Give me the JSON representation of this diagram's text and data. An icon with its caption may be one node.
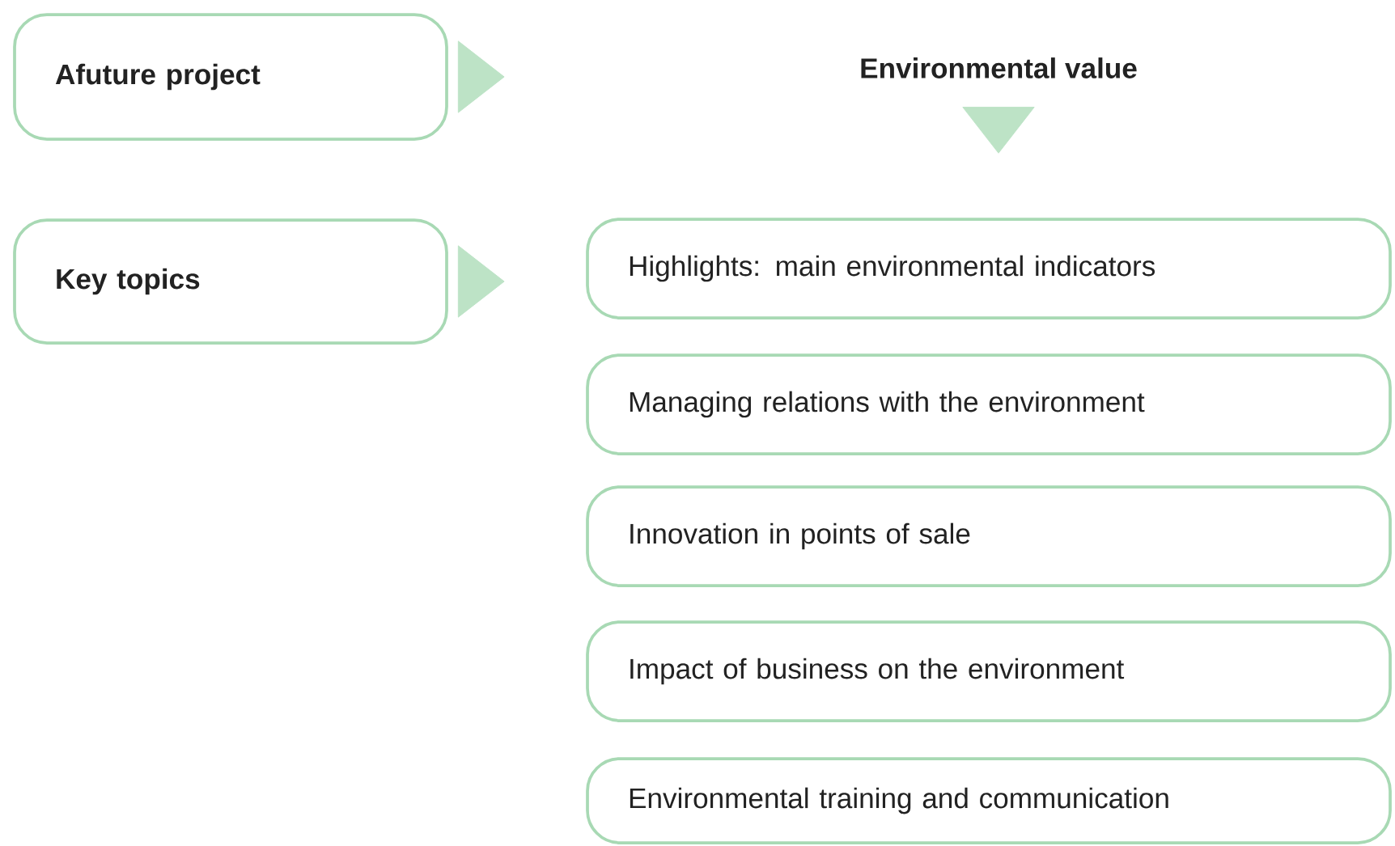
{
  "diagram": {
    "nodes": [
      {
        "text": [
          "Afuture project"
        ]
      },
      {
        "text": [
          "Environmental value"
        ]
      },
      {
        "text": [
          "Key topics"
        ]
      },
      {
        "text": [
          "Highlights: main environmental indicators"
        ]
      },
      {
        "text": [
          "Managing relations with the environment"
        ]
      },
      {
        "text": [
          "Innovation in points of sale"
        ]
      },
      {
        "text": [
          "Impact of business on the environment"
        ]
      },
      {
        "text": [
          "Environmental training and communication"
        ]
      }
    ],
    "edges": [
      {
        "from": 0,
        "to": null,
        "arrow": "to"
      },
      {
        "from": 1,
        "to": 3,
        "arrow": "to"
      },
      {
        "from": 2,
        "to": 3,
        "arrow": "to"
      }
    ]
  }
}
